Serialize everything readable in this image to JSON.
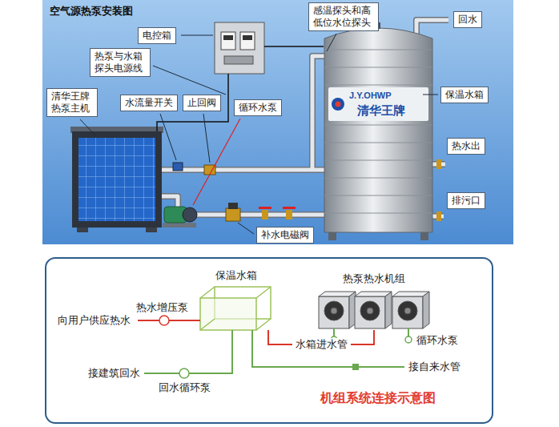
{
  "diagram": {
    "title": "空气源热泵安装图",
    "caption": "机组系统连接示意图",
    "nodes": [
      {
        "text": [
          "感温探头和高低位水位探头"
        ]
      },
      {
        "text": [
          "回水"
        ]
      },
      {
        "text": [
          "电控箱"
        ]
      },
      {
        "text": [
          "热泵与水箱探头电源线"
        ]
      },
      {
        "text": [
          "保温水箱"
        ]
      },
      {
        "text": [
          "清华王牌热泵主机"
        ]
      },
      {
        "text": [
          "水流量开关"
        ]
      },
      {
        "text": [
          "止回阀"
        ]
      },
      {
        "text": [
          "循环水泵"
        ]
      },
      {
        "text": [
          "热水出"
        ]
      },
      {
        "text": [
          "排污口"
        ]
      },
      {
        "text": [
          "补水电磁阀"
        ]
      },
      {
        "text": [
          "保温水箱"
        ]
      },
      {
        "text": [
          "热泵热水机组"
        ]
      }
    ],
    "edges": [
      {
        "from": 13,
        "to": 12,
        "arrow": "none",
        "label": "水箱进水管"
      }
    ],
    "labels": [
      "J.Y.OHWP",
      "清华王牌",
      "热水增压泵",
      "向用户供应热水",
      "循环水泵",
      "接建筑回水",
      "回水循环泵",
      "接自来水管"
    ]
  }
}
